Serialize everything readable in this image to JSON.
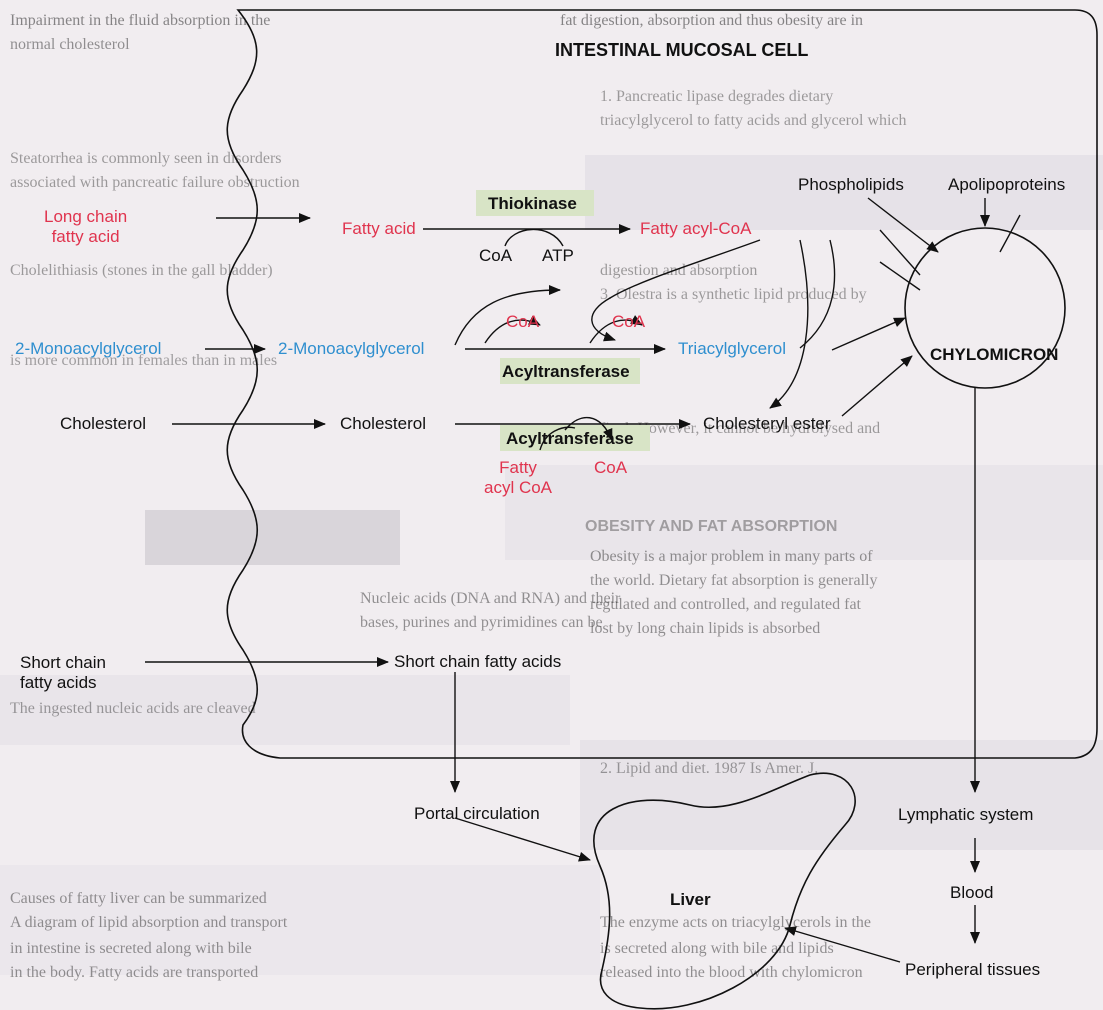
{
  "colors": {
    "background": "#f1edf0",
    "page_text": "#1a1a1a",
    "lipid_red": "#e0344e",
    "glyceride_blue": "#2f8fcf",
    "enzyme_box": "#d8e4c6",
    "line": "#111111"
  },
  "diagram": {
    "cell_title": "INTESTINAL MUCOSAL CELL",
    "inputs": {
      "long_chain": "Long chain\nfatty acid",
      "monoacylglycerol": "2-Monoacylglycerol",
      "cholesterol": "Cholesterol",
      "short_chain": "Short chain\nfatty acids"
    },
    "intermediates": {
      "fatty_acid": "Fatty acid",
      "fatty_acyl_coa": "Fatty acyl-CoA",
      "monoacylglycerol": "2-Monoacylglycerol",
      "triacylglycerol": "Triacylglycerol",
      "cholesterol": "Cholesterol",
      "cholesteryl_ester": "Cholesteryl ester",
      "short_chain": "Short chain fatty acids"
    },
    "enzymes": {
      "thiokinase": "Thiokinase",
      "acyltransferase_1": "Acyltransferase",
      "acyltransferase_2": "Acyltransferase"
    },
    "cofactors": {
      "coa_in": "CoA",
      "atp": "ATP",
      "coa_out_1": "CoA",
      "coa_out_2": "CoA",
      "fatty_acyl_coa_in": "Fatty\nacyl CoA",
      "coa_out_3": "CoA"
    },
    "chylomicron": "CHYLOMICRON",
    "phospholipids": "Phospholipids",
    "apolipoproteins": "Apolipoproteins",
    "portal_circulation": "Portal circulation",
    "lymphatic_system": "Lymphatic system",
    "blood": "Blood",
    "peripheral_tissues": "Peripheral tissues",
    "liver": "Liver"
  }
}
